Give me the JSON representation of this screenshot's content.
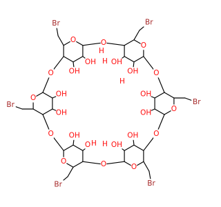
{
  "molecule": {
    "unit_count": 6,
    "colors": {
      "bond": "#000000",
      "oxygen": "#ff0d0d",
      "bromine": "#a62929",
      "background": "#ffffff"
    },
    "labels": {
      "ring_oxygen": "O",
      "bridge_oxygen": "O",
      "hydroxyl": "OH",
      "hydroxyl_inner": "H",
      "hydroxyl_inner_o": "O",
      "bromine": "Br"
    }
  }
}
